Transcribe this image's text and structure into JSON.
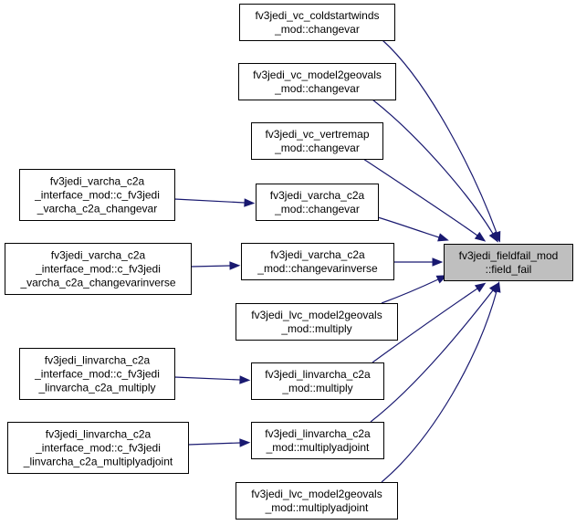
{
  "graph": {
    "nodes": [
      {
        "id": "target",
        "lines": [
          "fv3jedi_fieldfail_mod",
          "::field_fail"
        ]
      },
      {
        "id": "coldstartwinds",
        "lines": [
          "fv3jedi_vc_coldstartwinds",
          "_mod::changevar"
        ]
      },
      {
        "id": "model2geovals",
        "lines": [
          "fv3jedi_vc_model2geovals",
          "_mod::changevar"
        ]
      },
      {
        "id": "vertremap",
        "lines": [
          "fv3jedi_vc_vertremap",
          "_mod::changevar"
        ]
      },
      {
        "id": "varcha_changevar",
        "lines": [
          "fv3jedi_varcha_c2a",
          "_mod::changevar"
        ]
      },
      {
        "id": "varcha_changevarinverse",
        "lines": [
          "fv3jedi_varcha_c2a",
          "_mod::changevarinverse"
        ]
      },
      {
        "id": "lvc_multiply",
        "lines": [
          "fv3jedi_lvc_model2geovals",
          "_mod::multiply"
        ]
      },
      {
        "id": "linvarcha_multiply",
        "lines": [
          "fv3jedi_linvarcha_c2a",
          "_mod::multiply"
        ]
      },
      {
        "id": "linvarcha_multiplyadjoint",
        "lines": [
          "fv3jedi_linvarcha_c2a",
          "_mod::multiplyadjoint"
        ]
      },
      {
        "id": "lvc_multiplyadjoint",
        "lines": [
          "fv3jedi_lvc_model2geovals",
          "_mod::multiplyadjoint"
        ]
      },
      {
        "id": "iface_changevar",
        "lines": [
          "fv3jedi_varcha_c2a",
          "_interface_mod::c_fv3jedi",
          "_varcha_c2a_changevar"
        ]
      },
      {
        "id": "iface_changevarinverse",
        "lines": [
          "fv3jedi_varcha_c2a",
          "_interface_mod::c_fv3jedi",
          "_varcha_c2a_changevarinverse"
        ]
      },
      {
        "id": "iface_multiply",
        "lines": [
          "fv3jedi_linvarcha_c2a",
          "_interface_mod::c_fv3jedi",
          "_linvarcha_c2a_multiply"
        ]
      },
      {
        "id": "iface_multiplyadjoint",
        "lines": [
          "fv3jedi_linvarcha_c2a",
          "_interface_mod::c_fv3jedi",
          "_linvarcha_c2a_multiplyadjoint"
        ]
      }
    ],
    "edges": [
      {
        "from": "coldstartwinds",
        "to": "target"
      },
      {
        "from": "model2geovals",
        "to": "target"
      },
      {
        "from": "vertremap",
        "to": "target"
      },
      {
        "from": "varcha_changevar",
        "to": "target"
      },
      {
        "from": "varcha_changevarinverse",
        "to": "target"
      },
      {
        "from": "lvc_multiply",
        "to": "target"
      },
      {
        "from": "linvarcha_multiply",
        "to": "target"
      },
      {
        "from": "linvarcha_multiplyadjoint",
        "to": "target"
      },
      {
        "from": "lvc_multiplyadjoint",
        "to": "target"
      },
      {
        "from": "iface_changevar",
        "to": "varcha_changevar"
      },
      {
        "from": "iface_changevarinverse",
        "to": "varcha_changevarinverse"
      },
      {
        "from": "iface_multiply",
        "to": "linvarcha_multiply"
      },
      {
        "from": "iface_multiplyadjoint",
        "to": "linvarcha_multiplyadjoint"
      }
    ]
  }
}
